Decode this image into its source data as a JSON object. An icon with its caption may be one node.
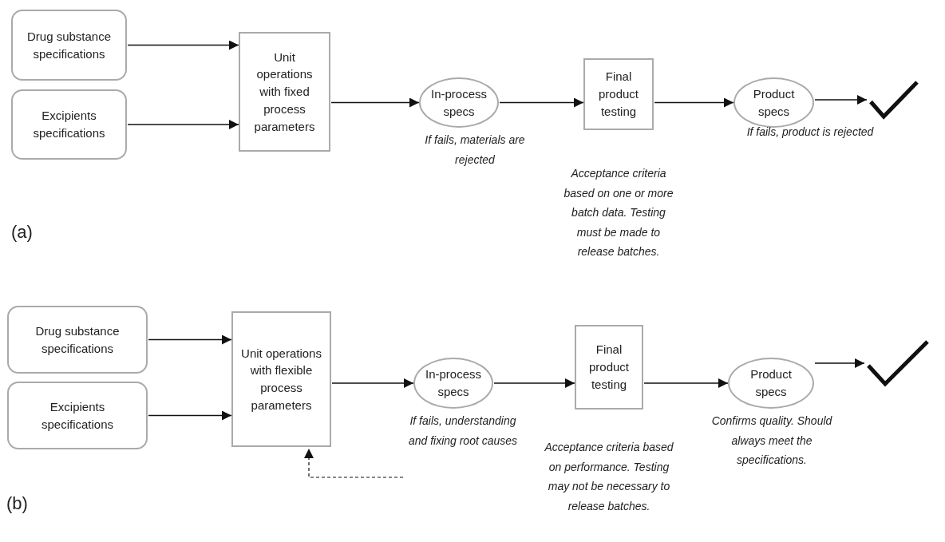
{
  "diagram": {
    "nodes": [
      {
        "text": [
          "Drug substance specifications"
        ]
      },
      {
        "text": [
          "Excipients specifications"
        ]
      },
      {
        "text": [
          "Unit operations with fixed process parameters"
        ]
      },
      {
        "text": [
          "In-process specs"
        ],
        "beside": [
          "If fails, materials are rejected"
        ]
      },
      {
        "text": [
          "Final product testing"
        ],
        "beside": [
          "Acceptance criteria based on one or more batch data. Testing must be made to release batches."
        ]
      },
      {
        "text": [
          "Product specs"
        ],
        "beside": [
          "If fails, product is rejected"
        ]
      },
      {
        "text": [],
        "shape": "checkmark"
      },
      {
        "text": [
          "Drug substance specifications"
        ]
      },
      {
        "text": [
          "Excipients specifications"
        ]
      },
      {
        "text": [
          "Unit operations with flexible process parameters"
        ]
      },
      {
        "text": [
          "In-process specs"
        ],
        "beside": [
          "If fails, understanding and fixing root causes"
        ]
      },
      {
        "text": [
          "Final product testing"
        ],
        "beside": [
          "Acceptance criteria based on performance. Testing may not be necessary to release batches."
        ]
      },
      {
        "text": [
          "Product specs"
        ],
        "beside": [
          "Confirms quality. Should always meet the specifications."
        ]
      },
      {
        "text": [],
        "shape": "checkmark"
      }
    ],
    "edges": [
      {
        "from": 0,
        "to": 2,
        "arrow": "to"
      },
      {
        "from": 1,
        "to": 2,
        "arrow": "to"
      },
      {
        "from": 2,
        "to": 3,
        "arrow": "to"
      },
      {
        "from": 3,
        "to": 4,
        "arrow": "to"
      },
      {
        "from": 4,
        "to": 5,
        "arrow": "to"
      },
      {
        "from": 5,
        "to": 6,
        "arrow": "to"
      },
      {
        "from": 7,
        "to": 9,
        "arrow": "to"
      },
      {
        "from": 8,
        "to": 9,
        "arrow": "to"
      },
      {
        "from": 9,
        "to": 10,
        "arrow": "to"
      },
      {
        "from": 10,
        "to": 11,
        "arrow": "to"
      },
      {
        "from": 11,
        "to": 12,
        "arrow": "to"
      },
      {
        "from": 12,
        "to": 13,
        "arrow": "to"
      },
      {
        "from": null,
        "to": 9,
        "arrow": "to",
        "style": "dashed"
      }
    ],
    "labels": [
      "(a)",
      "(b)"
    ]
  }
}
